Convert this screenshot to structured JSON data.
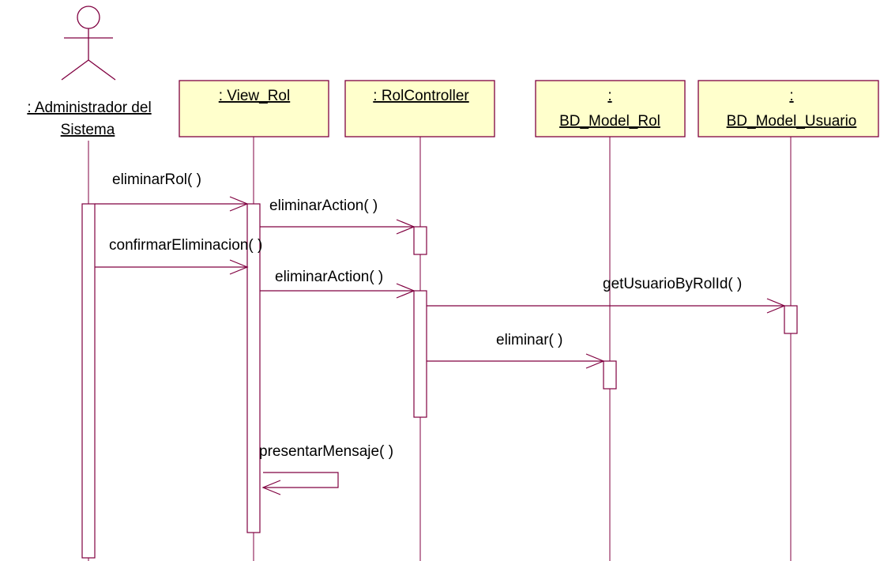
{
  "colors": {
    "line": "#800040",
    "box_fill": "#FFFFCC",
    "text": "#000000"
  },
  "actor": {
    "icon": "stick-figure-actor-icon",
    "name_line1": ": Administrador del",
    "name_line2": "Sistema"
  },
  "objects": [
    {
      "id": "view_rol",
      "label_line1": ": View_Rol",
      "label_line2": ""
    },
    {
      "id": "rol_controller",
      "label_line1": ": RolController",
      "label_line2": ""
    },
    {
      "id": "bd_model_rol",
      "label_line1": ":",
      "label_line2": "BD_Model_Rol"
    },
    {
      "id": "bd_model_usuario",
      "label_line1": ":",
      "label_line2": "BD_Model_Usuario"
    }
  ],
  "messages": [
    {
      "label": "eliminarRol( )",
      "from": "actor",
      "to": "view_rol"
    },
    {
      "label": "eliminarAction( )",
      "from": "view_rol",
      "to": "rol_controller"
    },
    {
      "label": "confirmarEliminacion( )",
      "from": "actor",
      "to": "view_rol"
    },
    {
      "label": "eliminarAction( )",
      "from": "view_rol",
      "to": "rol_controller"
    },
    {
      "label": "getUsuarioByRolId( )",
      "from": "rol_controller",
      "to": "bd_model_usuario"
    },
    {
      "label": "eliminar( )",
      "from": "rol_controller",
      "to": "bd_model_rol"
    },
    {
      "label": "presentarMensaje( )",
      "from": "view_rol",
      "to": "view_rol"
    }
  ]
}
